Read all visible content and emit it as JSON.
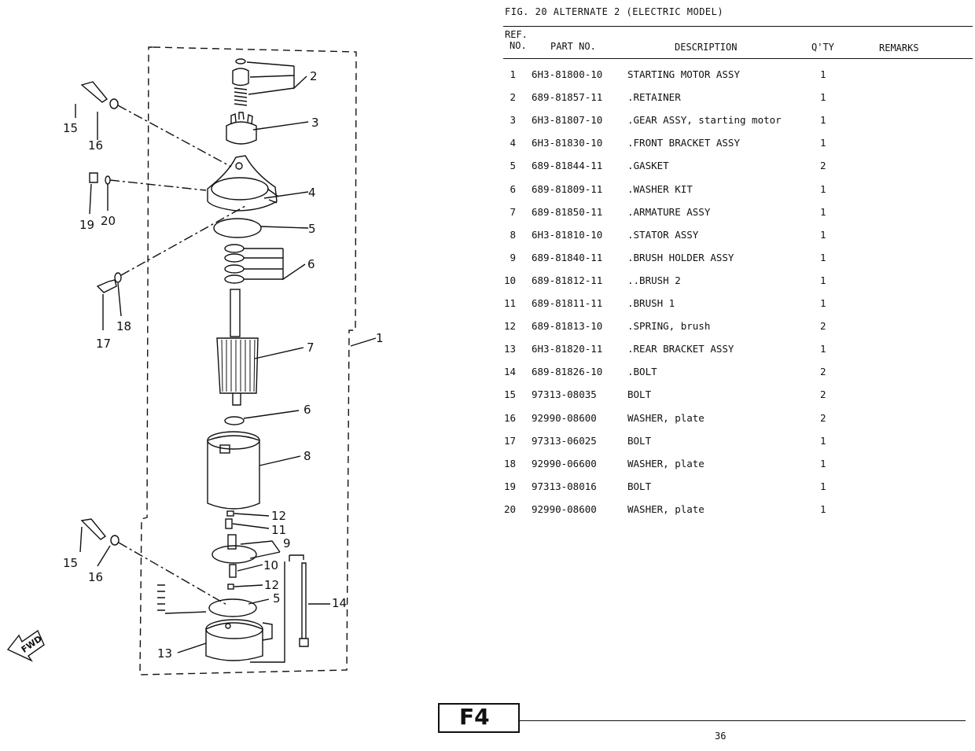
{
  "figure": {
    "title": "FIG. 20  ALTERNATE 2 (ELECTRIC MODEL)"
  },
  "table": {
    "headers": {
      "ref_line1": "REF.",
      "ref_line2": "NO.",
      "part_no": "PART NO.",
      "description": "DESCRIPTION",
      "qty": "Q'TY",
      "remarks": "REMARKS"
    },
    "rows": [
      {
        "ref": "1",
        "part": "6H3-81800-10",
        "desc": "STARTING MOTOR ASSY",
        "qty": "1"
      },
      {
        "ref": "2",
        "part": "689-81857-11",
        "desc": ".RETAINER",
        "qty": "1"
      },
      {
        "ref": "3",
        "part": "6H3-81807-10",
        "desc": ".GEAR ASSY, starting motor",
        "qty": "1"
      },
      {
        "ref": "4",
        "part": "6H3-81830-10",
        "desc": ".FRONT BRACKET ASSY",
        "qty": "1"
      },
      {
        "ref": "5",
        "part": "689-81844-11",
        "desc": ".GASKET",
        "qty": "2"
      },
      {
        "ref": "6",
        "part": "689-81809-11",
        "desc": ".WASHER KIT",
        "qty": "1"
      },
      {
        "ref": "7",
        "part": "689-81850-11",
        "desc": ".ARMATURE ASSY",
        "qty": "1"
      },
      {
        "ref": "8",
        "part": "6H3-81810-10",
        "desc": ".STATOR ASSY",
        "qty": "1"
      },
      {
        "ref": "9",
        "part": "689-81840-11",
        "desc": ".BRUSH HOLDER ASSY",
        "qty": "1"
      },
      {
        "ref": "10",
        "part": "689-81812-11",
        "desc": "..BRUSH 2",
        "qty": "1"
      },
      {
        "ref": "11",
        "part": "689-81811-11",
        "desc": ".BRUSH 1",
        "qty": "1"
      },
      {
        "ref": "12",
        "part": "689-81813-10",
        "desc": ".SPRING, brush",
        "qty": "2"
      },
      {
        "ref": "13",
        "part": "6H3-81820-11",
        "desc": ".REAR BRACKET ASSY",
        "qty": "1"
      },
      {
        "ref": "14",
        "part": "689-81826-10",
        "desc": ".BOLT",
        "qty": "2"
      },
      {
        "ref": "15",
        "part": "97313-08035",
        "desc": "BOLT",
        "qty": "2"
      },
      {
        "ref": "16",
        "part": "92990-08600",
        "desc": "WASHER, plate",
        "qty": "2"
      },
      {
        "ref": "17",
        "part": "97313-06025",
        "desc": "BOLT",
        "qty": "1"
      },
      {
        "ref": "18",
        "part": "92990-06600",
        "desc": "WASHER, plate",
        "qty": "1"
      },
      {
        "ref": "19",
        "part": "97313-08016",
        "desc": "BOLT",
        "qty": "1"
      },
      {
        "ref": "20",
        "part": "92990-08600",
        "desc": "WASHER, plate",
        "qty": "1"
      }
    ]
  },
  "diagram": {
    "callouts": [
      "1",
      "2",
      "3",
      "4",
      "5",
      "6",
      "7",
      "8",
      "9",
      "10",
      "11",
      "12",
      "13",
      "14",
      "15",
      "16",
      "17",
      "18",
      "19",
      "20"
    ],
    "fwd_label": "FWD"
  },
  "footer": {
    "section_code": "F4",
    "page_number": "36"
  }
}
